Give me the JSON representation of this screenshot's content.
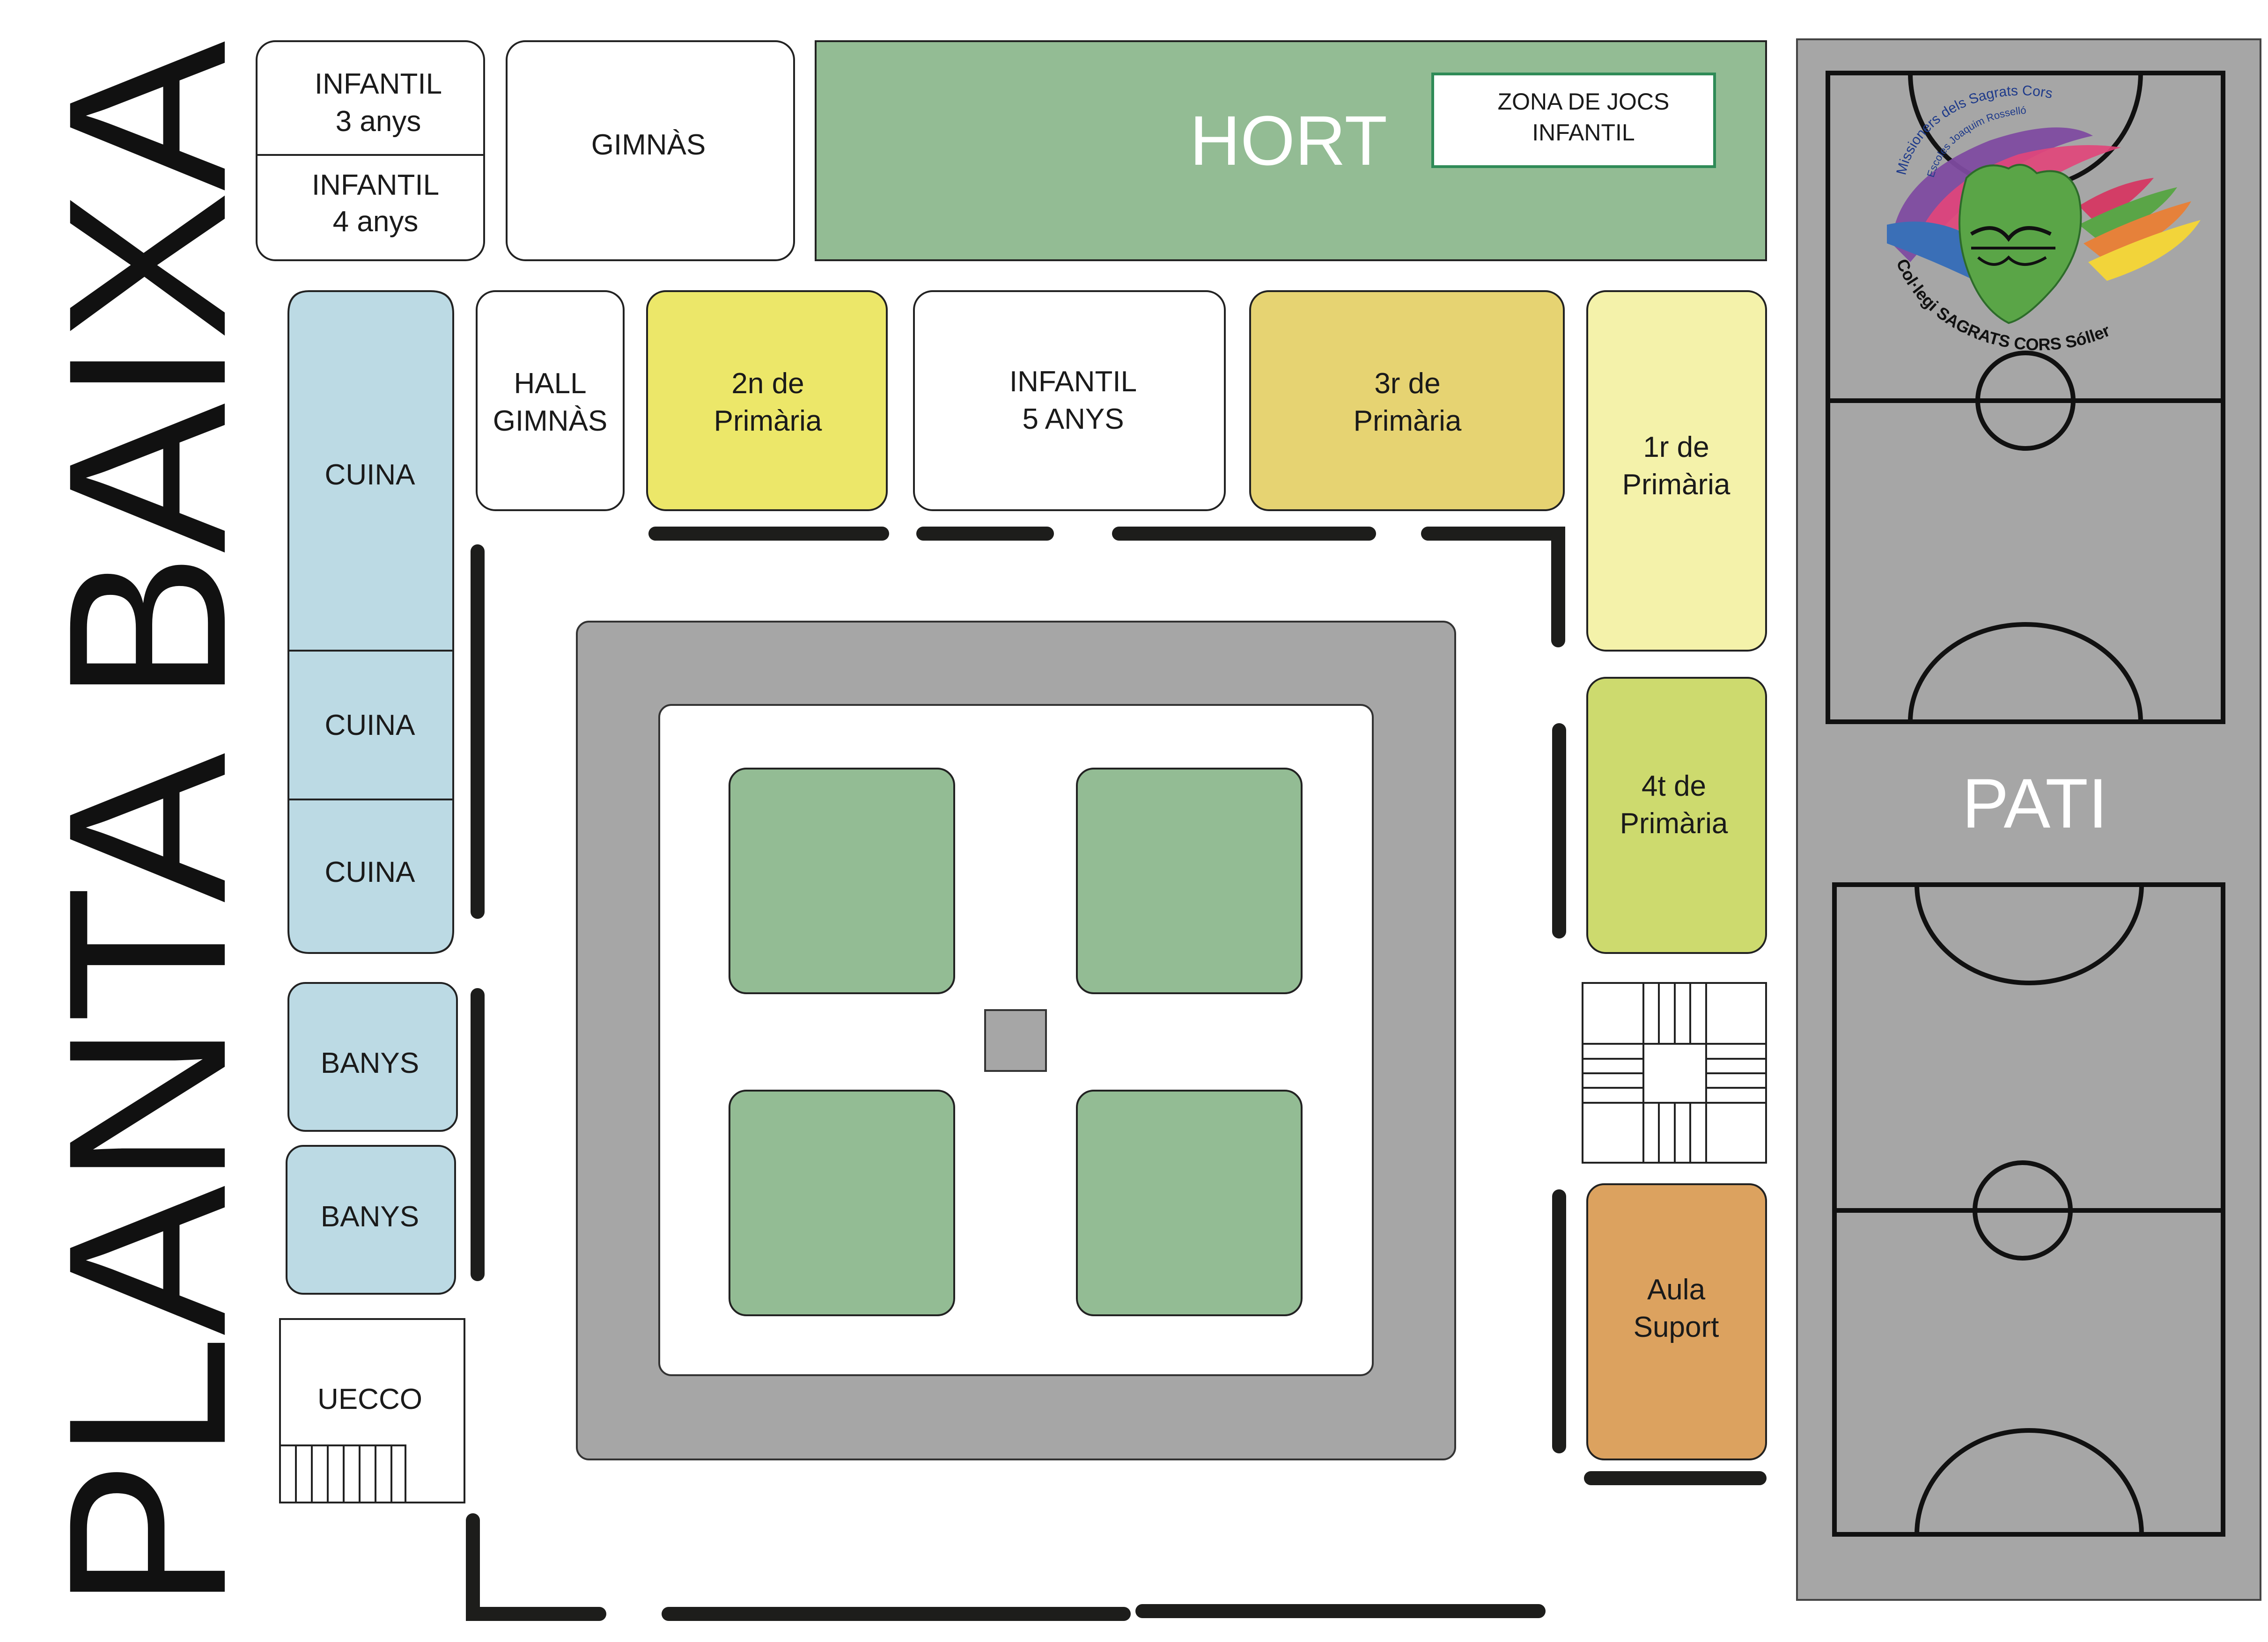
{
  "title": "PLANTA BAIXA",
  "colors": {
    "infantil": "#ffffff",
    "hort": "#93bc94",
    "cuina": "#bcdae4",
    "banys": "#bcdae4",
    "primaria2": "#ece769",
    "primaria3": "#e6d372",
    "primaria1": "#f4f2aa",
    "primaria4": "#cdda6e",
    "aula_suport": "#dca25f",
    "courtyard": "#a6a6a6",
    "garden": "#93bc94",
    "pati": "#a6a6a6",
    "wall": "#1d1d1b"
  },
  "rooms": {
    "infantil3": [
      "INFANTIL",
      "3 anys"
    ],
    "infantil4": [
      "INFANTIL",
      "4 anys"
    ],
    "gimnas": "GIMNÀS",
    "hort": "HORT",
    "zona_jocs": [
      "ZONA DE JOCS",
      "INFANTIL"
    ],
    "hall_gimnas": [
      "HALL",
      "GIMNÀS"
    ],
    "primaria2": [
      "2n de",
      "Primària"
    ],
    "infantil5": [
      "INFANTIL",
      "5 ANYS"
    ],
    "primaria3": [
      "3r de",
      "Primària"
    ],
    "primaria1": [
      "1r de",
      "Primària"
    ],
    "primaria4": [
      "4t de",
      "Primària"
    ],
    "cuina_1": "CUINA",
    "cuina_2": "CUINA",
    "cuina_3": "CUINA",
    "banys_1": "BANYS",
    "banys_2": "BANYS",
    "uecco": "UECCO",
    "aula_suport": [
      "Aula",
      "Suport"
    ],
    "pati": "PATI"
  },
  "logo": {
    "arc_text": "Missioners dels Sagrats Cors",
    "arc_subtext": "Escoles Joaquim Rosselló",
    "bottom_text": "Col·legi SAGRATS CORS Sóller",
    "icon": "heart-emblem-icon"
  }
}
